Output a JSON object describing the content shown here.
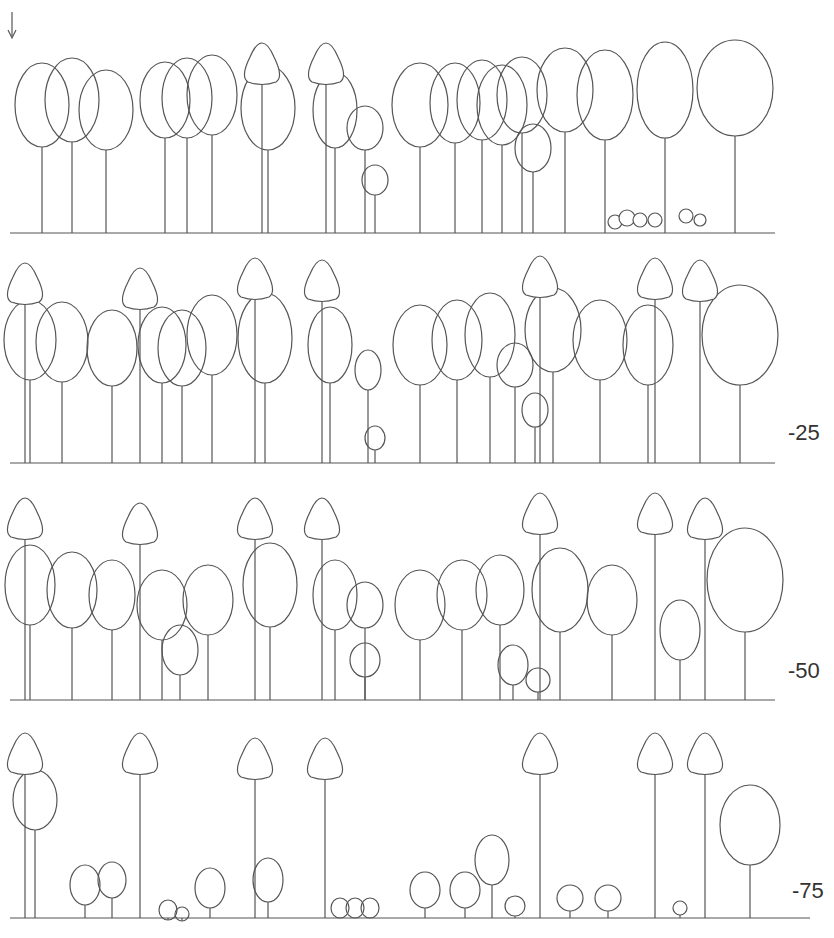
{
  "diagram": {
    "labels": [
      "-25",
      "-50",
      "-75"
    ]
  }
}
